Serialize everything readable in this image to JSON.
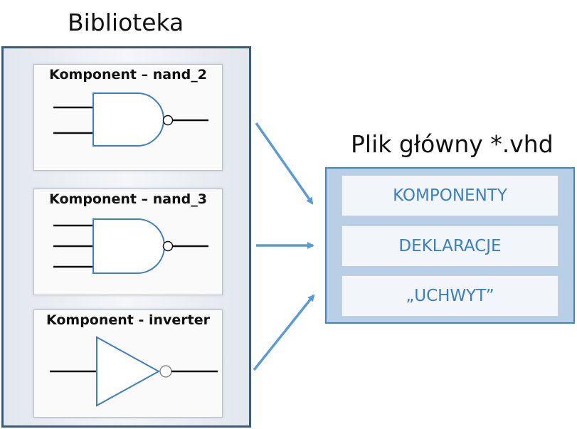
{
  "library": {
    "title": "Biblioteka",
    "components": [
      {
        "label": "Komponent – nand_2",
        "symbol": "nand-gate-2-input"
      },
      {
        "label": "Komponent – nand_3",
        "symbol": "nand-gate-3-input"
      },
      {
        "label": "Komponent - inverter",
        "symbol": "inverter-gate"
      }
    ]
  },
  "main_file": {
    "title": "Plik główny *.vhd",
    "sections": [
      "KOMPONENTY",
      "DEKLARACJE",
      "„UCHWYT”"
    ]
  },
  "colors": {
    "library_border": "#3d5a78",
    "gate_stroke": "#3f7fbf",
    "arrow": "#5b9bd5",
    "main_box_fill": "#b9cfe6",
    "main_box_border": "#3f84c6",
    "section_text": "#3b80c2"
  }
}
